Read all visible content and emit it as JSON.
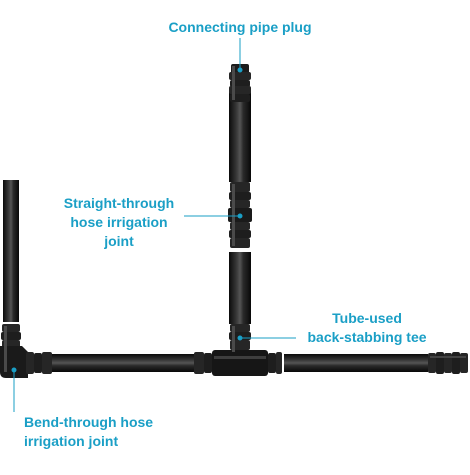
{
  "colors": {
    "accent": "#1a9fc6",
    "pipe": "#141414",
    "pipe_highlight": "#ffffff",
    "background": "#ffffff"
  },
  "labels": {
    "plug": "Connecting pipe plug",
    "straight": [
      "Straight-through",
      "hose irrigation",
      "joint"
    ],
    "tee": [
      "Tube-used",
      "back-stabbing tee"
    ],
    "bend": [
      "Bend-through hose",
      "irrigation joint"
    ]
  }
}
